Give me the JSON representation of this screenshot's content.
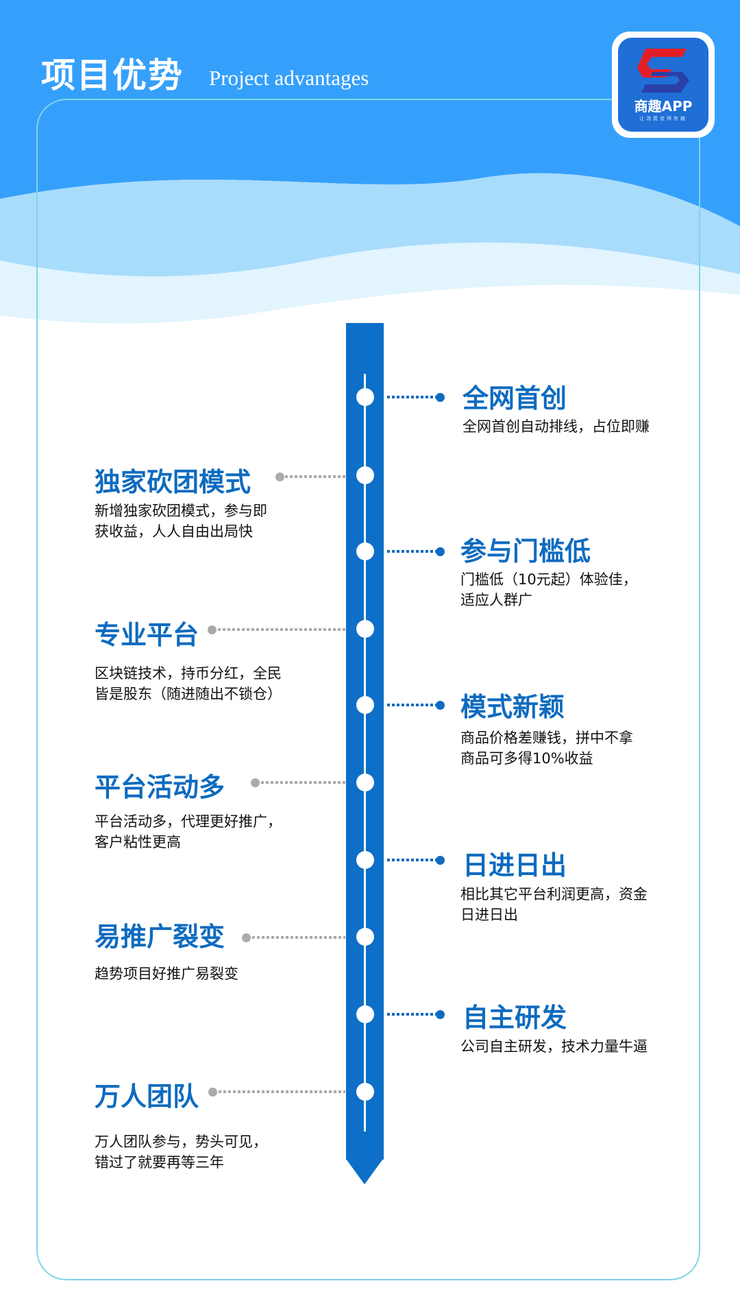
{
  "header": {
    "title": "项目优势",
    "subtitle": "Project advantages"
  },
  "logo": {
    "name": "商趣APP",
    "tagline": "让消费变得有趣"
  },
  "colors": {
    "primary": "#0e6bbf",
    "header": "#35a0fb"
  },
  "right_items": [
    {
      "title": "全网首创",
      "desc": "全网首创自动排线，占位即赚"
    },
    {
      "title": "参与门槛低",
      "desc": "门槛低（10元起）体验佳，\n适应人群广"
    },
    {
      "title": "模式新颖",
      "desc": "商品价格差赚钱，拼中不拿\n商品可多得10%收益"
    },
    {
      "title": "日进日出",
      "desc": "相比其它平台利润更高，资金\n日进日出"
    },
    {
      "title": "自主研发",
      "desc": "公司自主研发，技术力量牛逼"
    }
  ],
  "left_items": [
    {
      "title": "独家砍团模式",
      "desc": "新增独家砍团模式，参与即\n获收益，人人自由出局快"
    },
    {
      "title": "专业平台",
      "desc": "区块链技术，持币分红，全民\n皆是股东（随进随出不锁仓）"
    },
    {
      "title": "平台活动多",
      "desc": "平台活动多，代理更好推广，\n客户粘性更高"
    },
    {
      "title": "易推广裂变",
      "desc": "趋势项目好推广易裂变"
    },
    {
      "title": "万人团队",
      "desc": "万人团队参与，势头可见，\n错过了就要再等三年"
    }
  ]
}
